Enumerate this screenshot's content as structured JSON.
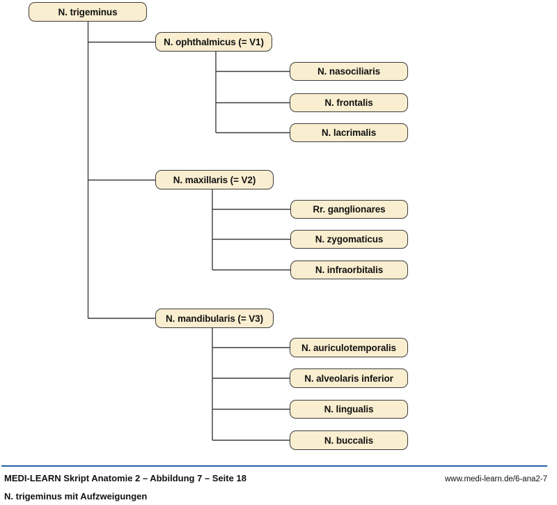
{
  "diagram": {
    "root": {
      "label": "N. trigeminus"
    },
    "branches": [
      {
        "label": "N. ophthalmicus (= V1)",
        "children": [
          {
            "label": "N. nasociliaris"
          },
          {
            "label": "N. frontalis"
          },
          {
            "label": "N. lacrimalis"
          }
        ]
      },
      {
        "label": "N. maxillaris (= V2)",
        "children": [
          {
            "label": "Rr. ganglionares"
          },
          {
            "label": "N. zygomaticus"
          },
          {
            "label": "N. infraorbitalis"
          }
        ]
      },
      {
        "label": "N. mandibularis (= V3)",
        "children": [
          {
            "label": "N. auriculotemporalis"
          },
          {
            "label": "N. alveolaris inferior"
          },
          {
            "label": "N. lingualis"
          },
          {
            "label": "N. buccalis"
          }
        ]
      }
    ]
  },
  "footer": {
    "source_line": "MEDI-LEARN Skript Anatomie 2 – Abbildung 7 – Seite 18",
    "caption": "N. trigeminus mit Aufzweigungen",
    "url": "www.medi-learn.de/6-ana2-7"
  },
  "colors": {
    "box_fill": "#FAEED0",
    "box_border": "#3A3A3A",
    "connector": "#3C3C3C",
    "footer_rule": "#2361AB"
  }
}
